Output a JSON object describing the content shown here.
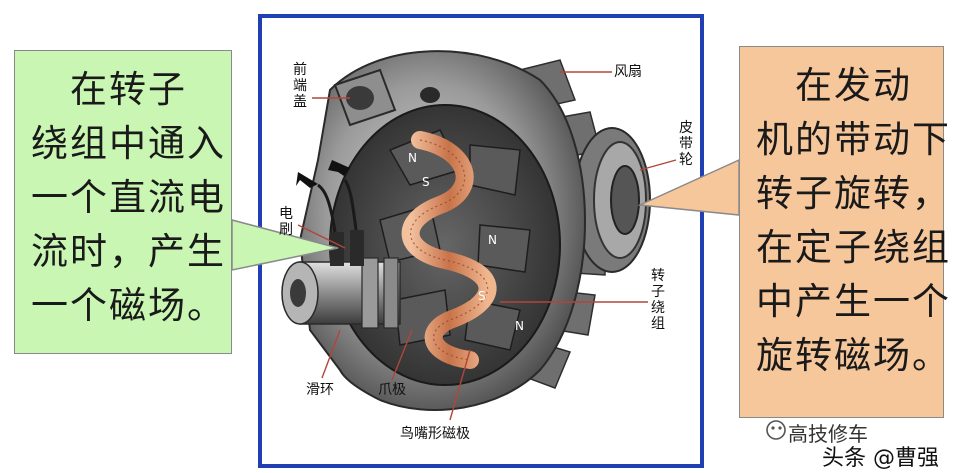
{
  "left_callout": {
    "lines": [
      "　在转子",
      "绕组中通入",
      "一个直流电",
      "流时，产生",
      "一个磁场。"
    ]
  },
  "right_callout": {
    "lines": [
      "　在发动",
      "机的带动下",
      "转子旋转，",
      "在定子绕组",
      "中产生一个",
      "旋转磁场。"
    ]
  },
  "labels": {
    "front_cover": "前端盖",
    "fan": "风扇",
    "pulley": "皮带轮",
    "brush": "电刷",
    "rotor_winding": "转子绕组",
    "slip_ring": "滑环",
    "claw_pole": "爪极",
    "beak_pole": "鸟嘴形磁极"
  },
  "poles": {
    "north": "N",
    "south": "S"
  },
  "watermark": {
    "channel": "高技修车",
    "author": "头条 @曹强"
  },
  "colors": {
    "frame_border": "#1f3fb3",
    "left_callout_bg": "#c9f7b3",
    "right_callout_bg": "#f7c79c",
    "winding": "#d9875a"
  }
}
